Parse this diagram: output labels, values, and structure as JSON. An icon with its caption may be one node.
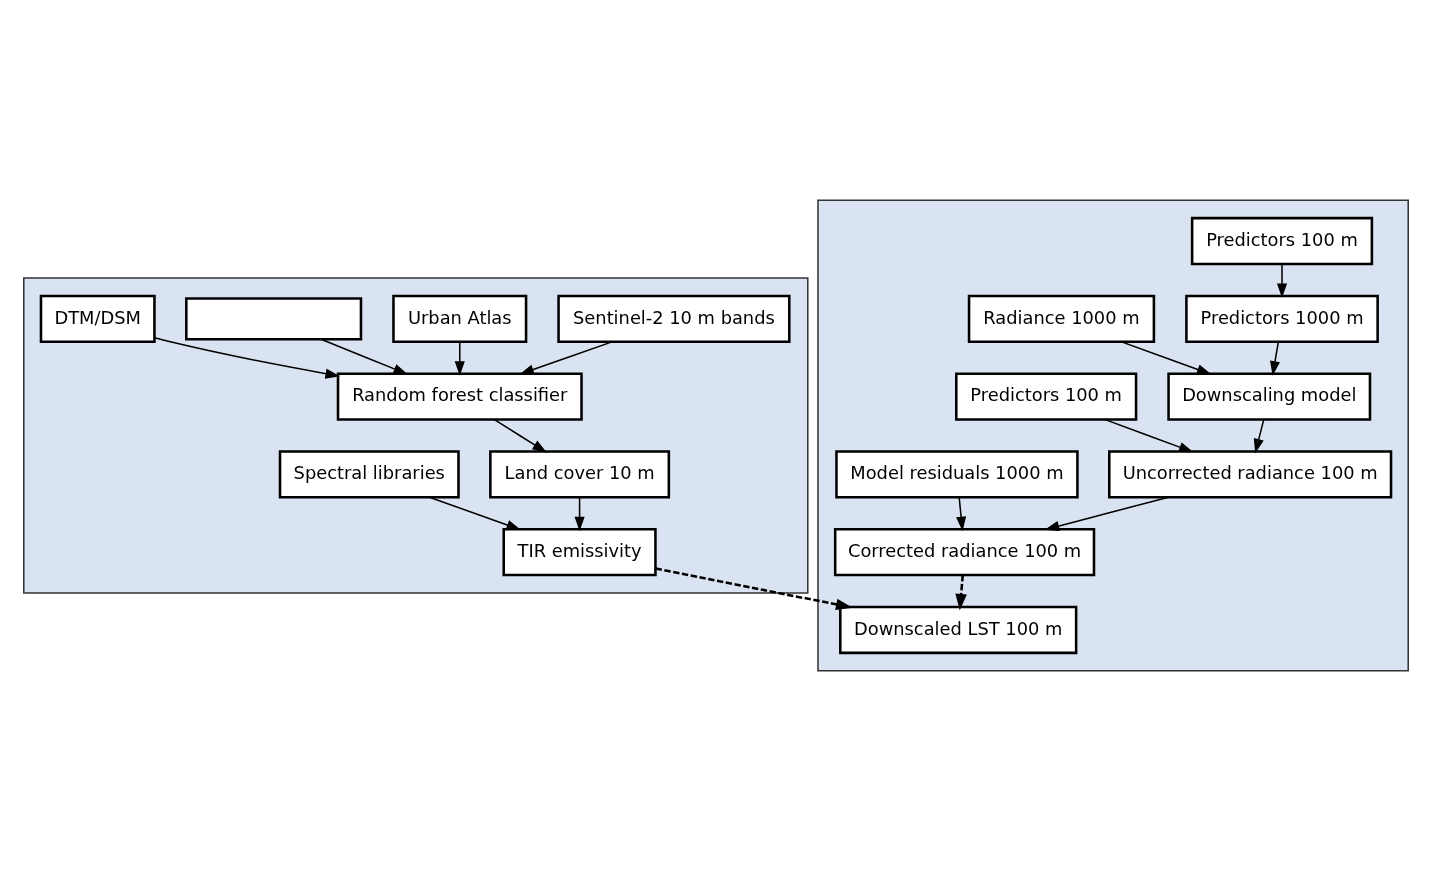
{
  "diagram": {
    "nodes": [
      {
        "text": [],
        "shape": "box"
      },
      {
        "text": [],
        "shape": "box"
      },
      {
        "text": [
          "Sentinel-2 10 m bands"
        ],
        "in": 0
      },
      {
        "text": [
          "Urban Atlas"
        ],
        "in": 0
      },
      {
        "text": [],
        "shape": "box",
        "in": 0
      },
      {
        "text": [
          "DTM/DSM"
        ],
        "in": 0
      },
      {
        "text": [
          "Random forest classifier"
        ],
        "in": 0
      },
      {
        "text": [
          "Land cover 10 m"
        ],
        "in": 0
      },
      {
        "text": [
          "Spectral libraries"
        ],
        "in": 0
      },
      {
        "text": [
          "TIR emissivity"
        ],
        "in": 0
      },
      {
        "text": [
          "Predictors 100 m"
        ],
        "in": 1
      },
      {
        "text": [
          "Predictors 1000 m"
        ],
        "in": 1
      },
      {
        "text": [
          "Radiance 1000 m"
        ],
        "in": 1
      },
      {
        "text": [
          "Downscaling model"
        ],
        "in": 1
      },
      {
        "text": [
          "Predictors 100 m"
        ],
        "in": 1
      },
      {
        "text": [
          "Uncorrected radiance 100 m"
        ],
        "in": 1
      },
      {
        "text": [
          "Model residuals 1000 m"
        ],
        "in": 1
      },
      {
        "text": [
          "Corrected radiance 100 m"
        ],
        "in": 1
      },
      {
        "text": [
          "Downscaled LST 100 m"
        ],
        "in": 1
      }
    ],
    "edges": [
      {
        "from": 2,
        "to": 6,
        "arrow": "to"
      },
      {
        "from": 3,
        "to": 6,
        "arrow": "to"
      },
      {
        "from": 4,
        "to": 6,
        "arrow": "to"
      },
      {
        "from": 5,
        "to": 6,
        "arrow": "to"
      },
      {
        "from": 6,
        "to": 7,
        "arrow": "to"
      },
      {
        "from": 7,
        "to": 9,
        "arrow": "to"
      },
      {
        "from": 8,
        "to": 9,
        "arrow": "to"
      },
      {
        "from": 10,
        "to": 11,
        "arrow": "to"
      },
      {
        "from": 11,
        "to": 13,
        "arrow": "to"
      },
      {
        "from": 12,
        "to": 13,
        "arrow": "to"
      },
      {
        "from": 13,
        "to": 15,
        "arrow": "to"
      },
      {
        "from": 14,
        "to": 15,
        "arrow": "to"
      },
      {
        "from": 15,
        "to": 17,
        "arrow": "to"
      },
      {
        "from": 16,
        "to": 17,
        "arrow": "to"
      },
      {
        "from": 9,
        "to": 18,
        "arrow": "to",
        "style": "dashed"
      },
      {
        "from": 17,
        "to": 18,
        "arrow": "to",
        "style": "dashed"
      }
    ]
  }
}
